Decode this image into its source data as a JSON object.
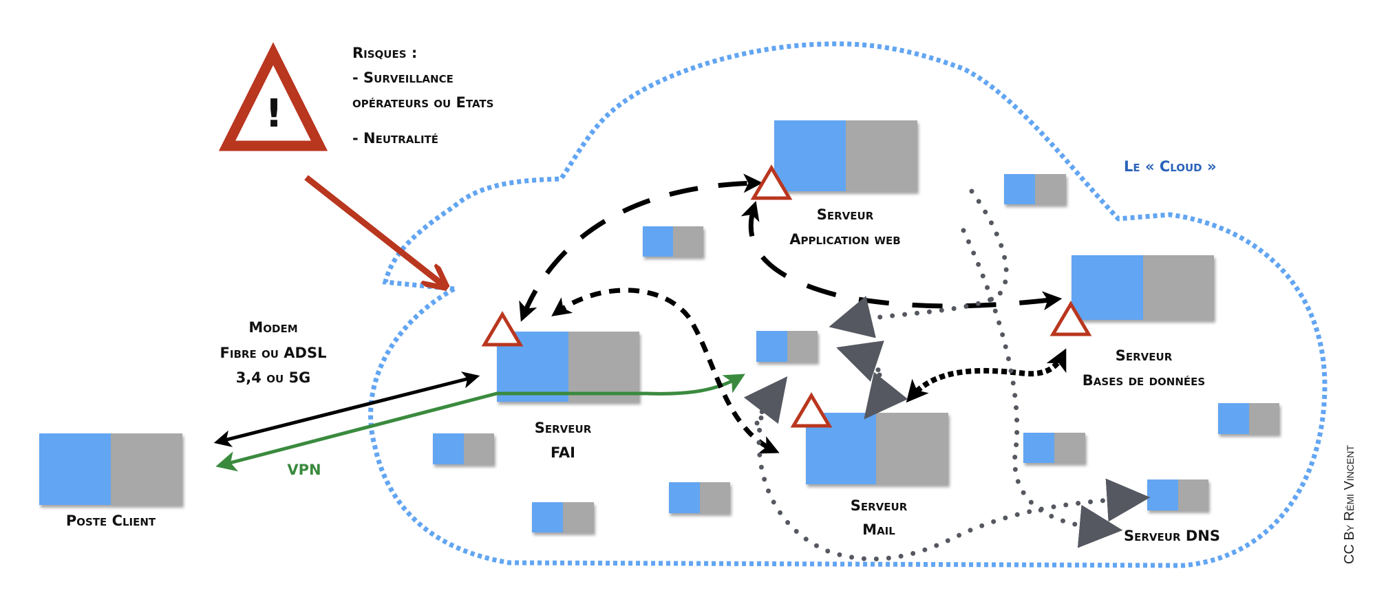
{
  "risks": {
    "title": "Risques :",
    "items": [
      "- Surveillance",
      "opérateurs ou Etats",
      "- Neutralité"
    ]
  },
  "connection": {
    "lines": [
      "Modem",
      "Fibre ou ADSL",
      "3,4 ou 5G"
    ],
    "vpn_label": "VPN"
  },
  "cloud_label": "Le « Cloud »",
  "credit": "CC By Rémi Vincent",
  "nodes": {
    "client": {
      "lines": [
        "Poste Client"
      ]
    },
    "fai": {
      "lines": [
        "Serveur",
        "FAI"
      ]
    },
    "webapp": {
      "lines": [
        "Serveur",
        "Application web"
      ]
    },
    "database": {
      "lines": [
        "Serveur",
        "Bases de données"
      ]
    },
    "mail": {
      "lines": [
        "Serveur",
        "Mail"
      ]
    },
    "dns": {
      "lines": [
        "Serveur DNS"
      ]
    }
  },
  "colors": {
    "screen_blue": "#62a5f2",
    "case_gray": "#a7a8a7",
    "warning_red": "#b9361f",
    "cloud_blue": "#62a5f2",
    "vpn_green": "#3a8a3e",
    "dotted_gray": "#555860",
    "cloud_label_blue": "#2a62b8"
  },
  "icons": {
    "warning": "warning-triangle-icon",
    "exclamation": "!"
  }
}
